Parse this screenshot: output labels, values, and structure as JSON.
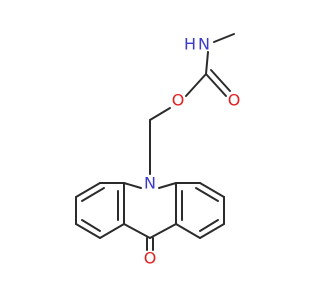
{
  "molecule": {
    "atoms": {
      "nitrogen_amide": "N",
      "hydrogen_amide": "H",
      "oxygen_ester": "O",
      "oxygen_carbonyl_carbamate": "O",
      "nitrogen_acridone": "N",
      "oxygen_ketone": "O"
    }
  },
  "colors": {
    "bond": "#2b2b2b",
    "background": "#ffffff",
    "nitrogen": "#3a3acc",
    "oxygen": "#e02020"
  }
}
